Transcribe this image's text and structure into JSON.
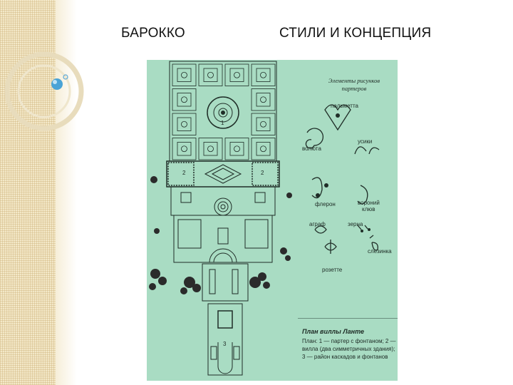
{
  "slide": {
    "title_left": "БАРОККО",
    "title_right": "СТИЛИ И КОНЦЕПЦИЯ"
  },
  "figure": {
    "legend_title_line1": "Элементы рисунков",
    "legend_title_line2": "партеров",
    "labels": {
      "palmetta": "пальметта",
      "voluta": "волюта",
      "usiki": "усики",
      "fleron": "флерон",
      "voroniy_klyuv_1": "вороний",
      "voroniy_klyuv_2": "клюв",
      "agraf": "аграф",
      "zerna": "зерна",
      "rozette": "розетте",
      "slezinka": "слезинка"
    },
    "plan_numbers": [
      "1",
      "2",
      "2",
      "3"
    ],
    "caption_title": "План виллы Ланте",
    "caption_body": "План: 1 — партер с фонтаном; 2 — вилла (два симметричных здания); 3 — район каскадов и фонтанов"
  },
  "colors": {
    "plan_background": "#a9dcc3",
    "side_pattern": "#f3e8c8",
    "bubble": "#4aa3d6"
  }
}
